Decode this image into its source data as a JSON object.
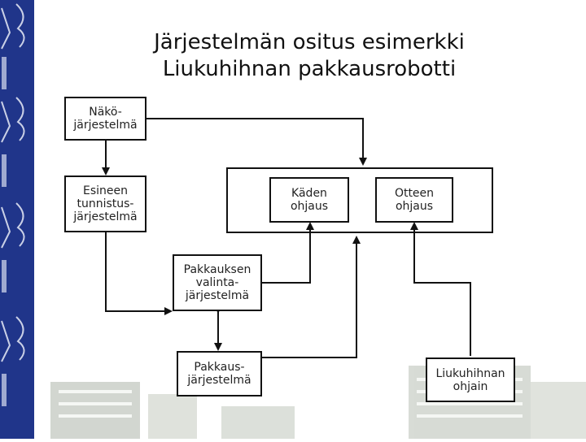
{
  "slide": {
    "title_line1": "Järjestelmän ositus esimerkki",
    "title_line2": "Liukuhihnan pakkausrobotti"
  },
  "diagram": {
    "nako": "Näkö-\njärjestelmä",
    "tunnistus": "Esineen\ntunnistus-\njärjestelmä",
    "kaden_ohjaus": "Käden\nohjaus",
    "otteen_ohjaus": "Otteen\nohjaus",
    "valinta": "Pakkauksen\nvalinta-\njärjestelmä",
    "pakkaus": "Pakkaus-\njärjestelmä",
    "liukuhihna": "Liukuhihnan\nohjain"
  },
  "colors": {
    "strip": "#20358a",
    "lines": "#111111",
    "background_building": "#c9d0c4"
  }
}
